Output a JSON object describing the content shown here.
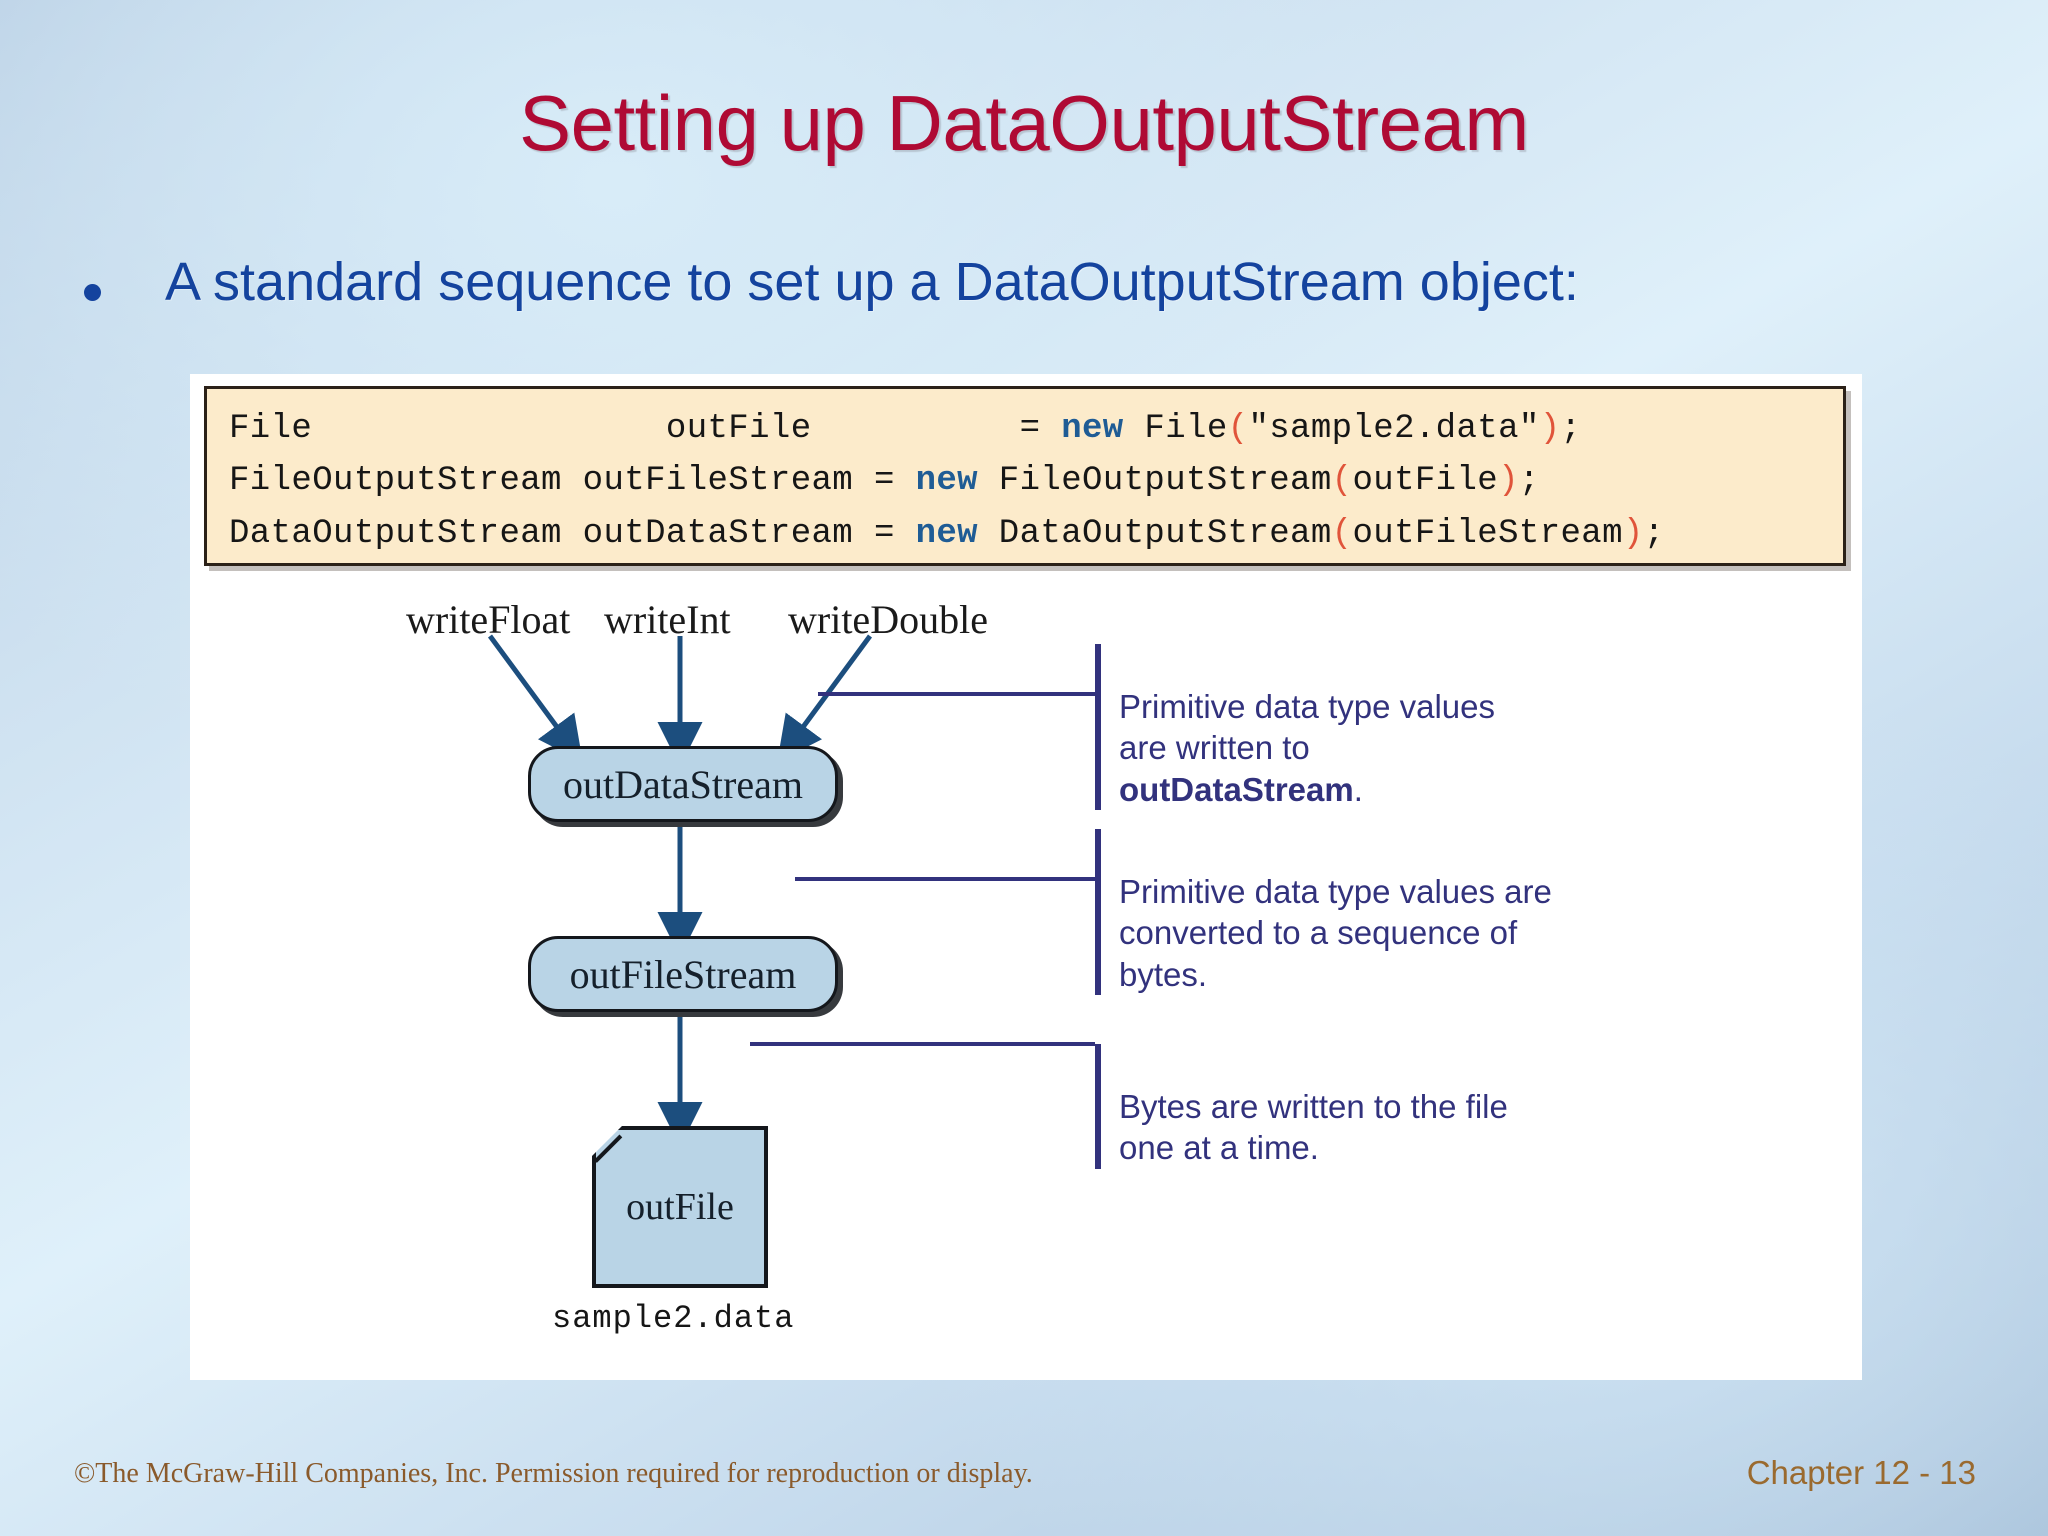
{
  "slide": {
    "title": "Setting up DataOutputStream",
    "bullet": "A standard sequence to set up a DataOutputStream object:"
  },
  "code": {
    "lines": [
      {
        "type": "File",
        "var": "outFile",
        "eq": "=",
        "kw": "new",
        "ctor": "File",
        "open": "(",
        "arg": "\"sample2.data\"",
        "close": ")",
        "semi": ";"
      },
      {
        "type": "FileOutputStream",
        "var": "outFileStream",
        "eq": "=",
        "kw": "new",
        "ctor": "FileOutputStream",
        "open": "(",
        "arg": "outFile",
        "close": ")",
        "semi": ";"
      },
      {
        "type": "DataOutputStream",
        "var": "outDataStream",
        "eq": "=",
        "kw": "new",
        "ctor": "DataOutputStream",
        "open": "(",
        "arg": "outFileStream",
        "close": ")",
        "semi": ";"
      }
    ]
  },
  "diagram": {
    "methods": [
      {
        "label": "writeFloat"
      },
      {
        "label": "writeInt"
      },
      {
        "label": "writeDouble"
      }
    ],
    "nodes": [
      {
        "label": "outDataStream"
      },
      {
        "label": "outFileStream"
      },
      {
        "label": "outFile"
      }
    ],
    "file_caption": "sample2.data",
    "annotations": [
      {
        "text_plain": "Primitive data type values are written to ",
        "bold": "outDataStream",
        "tail": "."
      },
      {
        "text_plain": "Primitive data type values are converted to a sequence of bytes.",
        "bold": "",
        "tail": ""
      },
      {
        "text_plain": "Bytes are written to the file one at a time.",
        "bold": "",
        "tail": ""
      }
    ]
  },
  "footer": {
    "copyright": "©The McGraw-Hill Companies, Inc. Permission required for reproduction or display.",
    "chapter": "Chapter 12 - 13"
  },
  "colors": {
    "title": "#AF0A34",
    "bullet_text": "#14439E",
    "code_bg": "#FCEBCB",
    "code_keyword": "#1F5C95",
    "code_punct": "#E0543A",
    "node_fill": "#B9D4E6",
    "annotation": "#32327D",
    "arrow": "#1C4E7E",
    "footer": "#8A5A2B"
  }
}
